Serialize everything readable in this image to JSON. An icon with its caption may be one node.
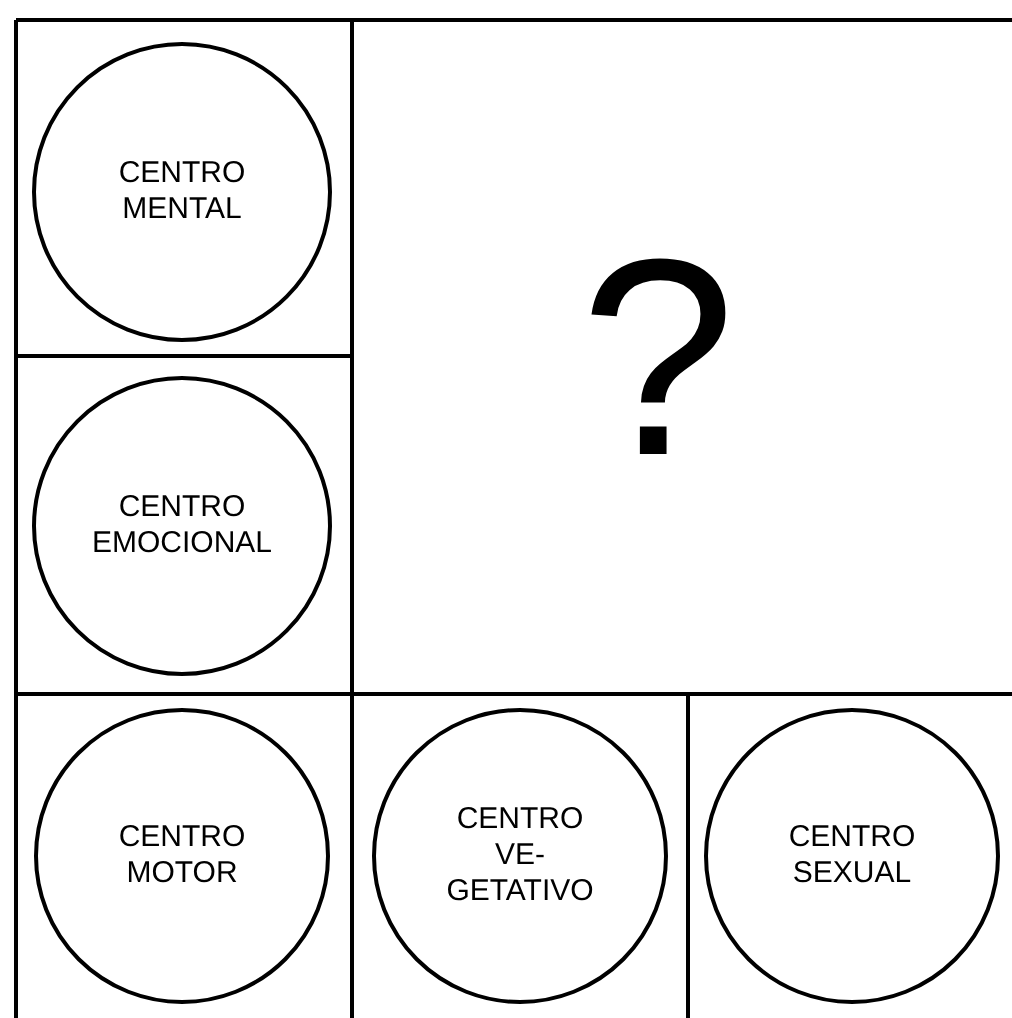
{
  "diagram": {
    "nodes": [
      {
        "text": [
          "CENTRO MENTAL"
        ]
      },
      {
        "text": [
          "CENTRO EMOCIONAL"
        ]
      },
      {
        "text": [
          "CENTRO MOTOR"
        ]
      },
      {
        "text": [
          "CENTRO VE- GETATIVO"
        ]
      },
      {
        "text": [
          "CENTRO SEXUAL"
        ]
      }
    ],
    "labels": [
      "?"
    ]
  }
}
